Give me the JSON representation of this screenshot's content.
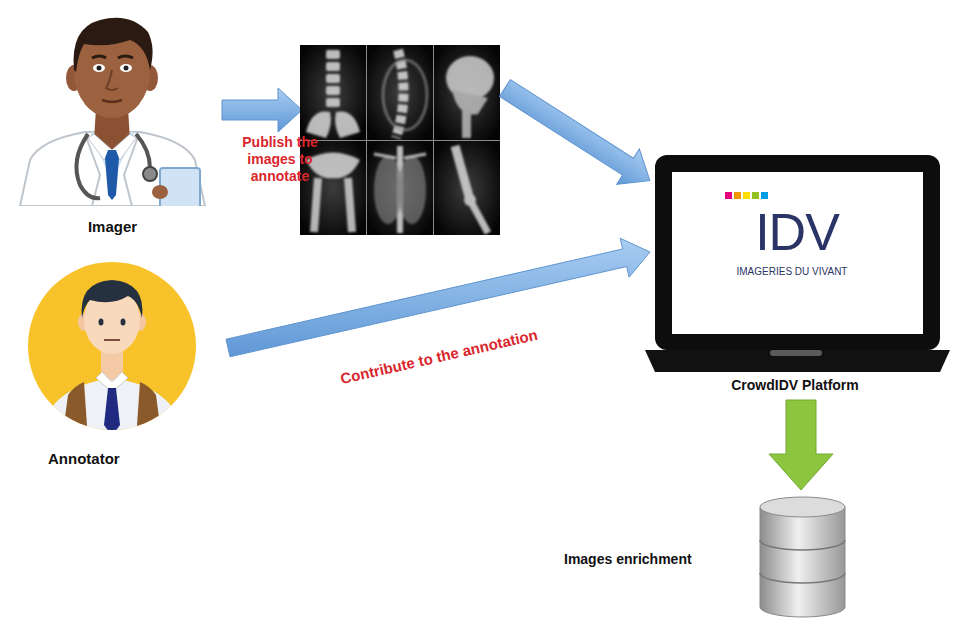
{
  "diagram": {
    "nodes": [
      {
        "text": [
          "Imager"
        ]
      },
      {
        "text": [
          "Annotator"
        ]
      },
      {
        "text": [
          "IDV",
          "IMAGERIES DU VIVANT",
          "CrowdIDV Platform"
        ]
      },
      {
        "text": [
          "Images enrichment"
        ]
      }
    ],
    "edges": [
      {
        "from": 1,
        "to": 2,
        "label": "Contribute to the annotation",
        "arrow": "to"
      },
      {
        "from": 2,
        "to": 3,
        "arrow": "to"
      }
    ],
    "labels": [
      "Publish the images to annotate"
    ]
  }
}
